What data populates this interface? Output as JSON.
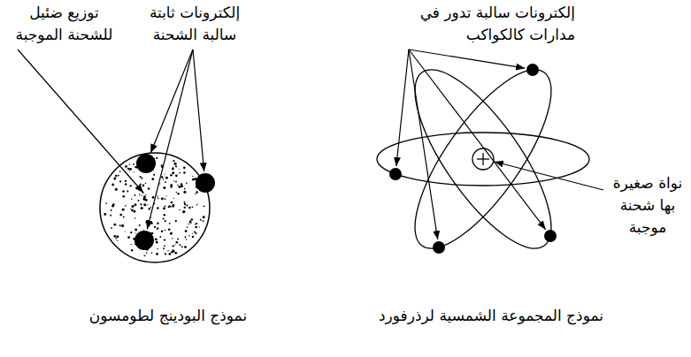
{
  "diagram": {
    "labels": [
      "توزيع ضئيل للشحنة الموجبة",
      "إلكترونات ثابتة سالبة الشحنة",
      "إلكترونات سالبة تدور في مدارات كالكواكب",
      "نواة صغيرة بها شحنة موجبة",
      "نموذج البودينج لطومسون",
      "نموذج المجموعة الشمسية لرذرفورد"
    ]
  }
}
